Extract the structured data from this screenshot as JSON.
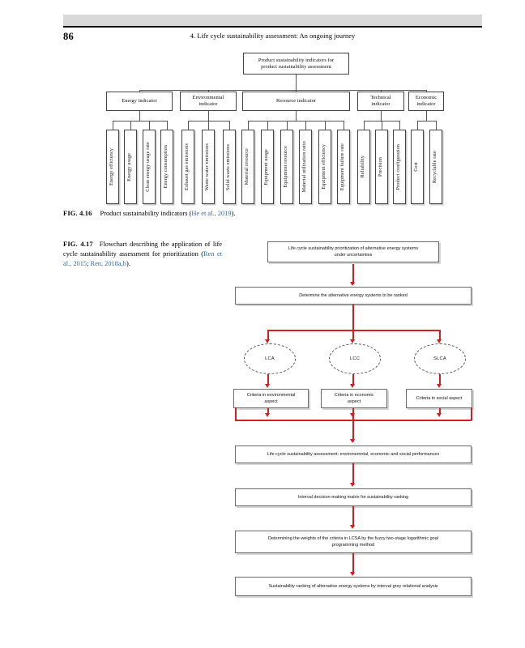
{
  "page": {
    "folio": "86",
    "running_head": "4. Life cycle sustainability assessment: An ongoing journey"
  },
  "figure_416": {
    "caption_label": "FIG. 4.16",
    "caption_text": "Product sustainability indicators (",
    "caption_ref": "He et al., 2019",
    "caption_tail": ").",
    "root": "Product sustainability indicators for product sustainability assessment",
    "root_line1": "Product sustainability indicators for",
    "root_line2": "product sustainability assessment",
    "branches": [
      {
        "label": "Energy indicator",
        "leaves": [
          "Energy efficiency",
          "Energy usage",
          "Clean energy usage rate",
          "Energy consumption"
        ]
      },
      {
        "label": "Environmental indicator",
        "label_line1": "Environmental",
        "label_line2": "indicator",
        "leaves": [
          "Exhaust gas emissions",
          "Waste water emissions",
          "Solid waste emissions"
        ]
      },
      {
        "label": "Resource indicator",
        "leaves": [
          "Material resource",
          "Equipment usage",
          "Equipment resource",
          "Material utilization ratio",
          "Equipment efficiency",
          "Equipment failure rate"
        ]
      },
      {
        "label": "Technical indicator",
        "label_line1": "Technical",
        "label_line2": "indicator",
        "leaves": [
          "Reliability",
          "Precision",
          "Product configuration"
        ]
      },
      {
        "label": "Economic indicator",
        "label_line1": "Economic",
        "label_line2": "indicator",
        "leaves": [
          "Cost",
          "Recyclable rate"
        ]
      }
    ]
  },
  "figure_417": {
    "caption_label": "FIG. 4.17",
    "caption_text_1": "Flowchart describing the application of life cycle sustainability assessment for prioritization (",
    "caption_ref_1": "Ren et al., 2015",
    "caption_sep": "; ",
    "caption_ref_2": "Ren, 2018a,b",
    "caption_tail": ").",
    "nodes": {
      "start_line1": "Life cycle sustainability prioritization of alternative energy systems",
      "start_line2": "under uncertainties",
      "step_determine": "Determine the alternative energy systems to be ranked",
      "ellipse_lca": "LCA",
      "ellipse_lcc": "LCC",
      "ellipse_slca": "SLCA",
      "criteria_env_line1": "Criteria in environmental",
      "criteria_env_line2": "aspect",
      "criteria_eco_line1": "Criteria in economic",
      "criteria_eco_line2": "aspect",
      "criteria_soc": "Criteria in social aspect",
      "step_lcsa": "Life cycle sustainability assessment: environemntal, economic and social performances",
      "step_matrix": "Interval decision-making matrix for sustainability ranking",
      "step_weights_line1": "Determining the weights of the criteria in LCSA by the fuzzy two-stage logarithmic goal",
      "step_weights_line2": "programming method",
      "step_ranking": "Sustainability ranking of alternative energy systems by interval grey relational analysis"
    }
  },
  "colors": {
    "arrow_red": "#d21f1f",
    "reference_blue": "#2b6cb0",
    "header_band": "#d9d9d9",
    "box_border": "#6b6b6b"
  }
}
